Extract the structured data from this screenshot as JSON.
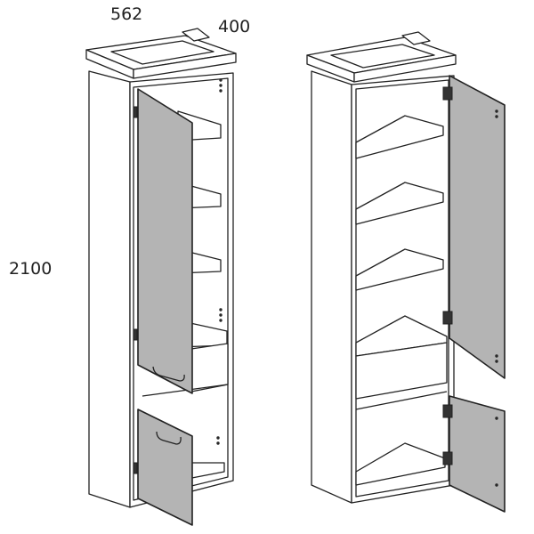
{
  "dimensions": {
    "width": "562",
    "depth": "400",
    "height": "2100"
  },
  "colors": {
    "door_panel": "#b4b4b4",
    "line": "#222222"
  }
}
